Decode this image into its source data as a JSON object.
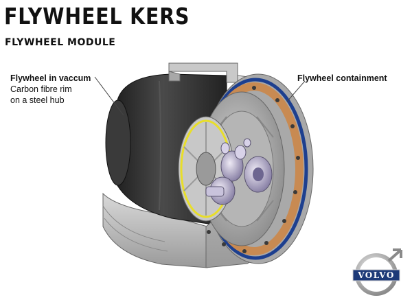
{
  "title": "FLYWHEEL KERS",
  "subtitle": "FLYWHEEL MODULE",
  "callouts": {
    "left": {
      "heading": "Flywheel in vaccum",
      "line1": "Carbon fibre rim",
      "line2": "on a steel hub"
    },
    "right": {
      "heading": "Flywheel containment"
    }
  },
  "logo": {
    "text": "VOLVO"
  },
  "colors": {
    "containment_ring": "#c88a52",
    "blue_band": "#1d3f8f",
    "carbon_rim": "#2b2b2b",
    "yellow_ring": "#e8de2a",
    "housing_grey": "#b8b8b8"
  }
}
